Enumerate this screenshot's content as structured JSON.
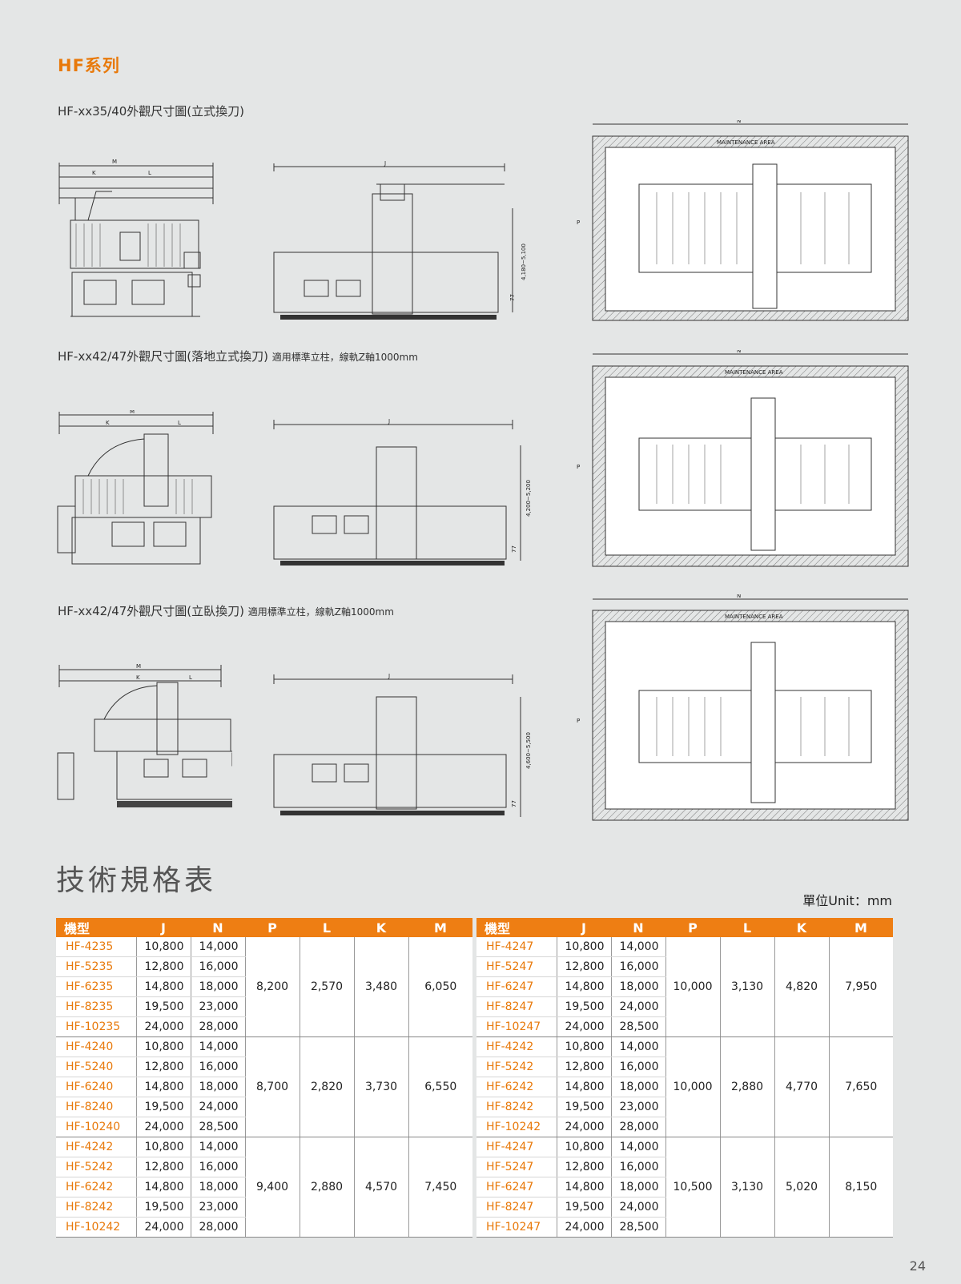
{
  "series_title": "HF系列",
  "sections": [
    {
      "title": "HF-xx35/40外觀尺寸圖(立式換刀)",
      "note": ""
    },
    {
      "title": "HF-xx42/47外觀尺寸圖(落地立式換刀)",
      "note": "適用標準立柱，線軌Z軸1000mm"
    },
    {
      "title": "HF-xx42/47外觀尺寸圖(立臥換刀)",
      "note": "適用標準立柱，線軌Z軸1000mm"
    }
  ],
  "drawing_labels": {
    "front": {
      "m": "M",
      "k": "K",
      "l": "L"
    },
    "side": {
      "j": "J",
      "h1": "4,180~5,100",
      "h2": "4,200~5,200",
      "h3": "4,600~5,500",
      "v77": "77"
    },
    "top": {
      "n": "N",
      "p": "P",
      "maint": "MAINTENANCE AREA"
    }
  },
  "spec_title": "技術規格表",
  "unit": "單位Unit：mm",
  "headers": [
    "機型",
    "J",
    "N",
    "P",
    "L",
    "K",
    "M"
  ],
  "left_groups": [
    {
      "rows": [
        [
          "HF-4235",
          "10,800",
          "14,000"
        ],
        [
          "HF-5235",
          "12,800",
          "16,000"
        ],
        [
          "HF-6235",
          "14,800",
          "18,000"
        ],
        [
          "HF-8235",
          "19,500",
          "23,000"
        ],
        [
          "HF-10235",
          "24,000",
          "28,000"
        ]
      ],
      "P": "8,200",
      "L": "2,570",
      "K": "3,480",
      "M": "6,050"
    },
    {
      "rows": [
        [
          "HF-4240",
          "10,800",
          "14,000"
        ],
        [
          "HF-5240",
          "12,800",
          "16,000"
        ],
        [
          "HF-6240",
          "14,800",
          "18,000"
        ],
        [
          "HF-8240",
          "19,500",
          "24,000"
        ],
        [
          "HF-10240",
          "24,000",
          "28,500"
        ]
      ],
      "P": "8,700",
      "L": "2,820",
      "K": "3,730",
      "M": "6,550"
    },
    {
      "rows": [
        [
          "HF-4242",
          "10,800",
          "14,000"
        ],
        [
          "HF-5242",
          "12,800",
          "16,000"
        ],
        [
          "HF-6242",
          "14,800",
          "18,000"
        ],
        [
          "HF-8242",
          "19,500",
          "23,000"
        ],
        [
          "HF-10242",
          "24,000",
          "28,000"
        ]
      ],
      "P": "9,400",
      "L": "2,880",
      "K": "4,570",
      "M": "7,450"
    }
  ],
  "right_groups": [
    {
      "rows": [
        [
          "HF-4247",
          "10,800",
          "14,000"
        ],
        [
          "HF-5247",
          "12,800",
          "16,000"
        ],
        [
          "HF-6247",
          "14,800",
          "18,000"
        ],
        [
          "HF-8247",
          "19,500",
          "24,000"
        ],
        [
          "HF-10247",
          "24,000",
          "28,500"
        ]
      ],
      "P": "10,000",
      "L": "3,130",
      "K": "4,820",
      "M": "7,950"
    },
    {
      "rows": [
        [
          "HF-4242",
          "10,800",
          "14,000"
        ],
        [
          "HF-5242",
          "12,800",
          "16,000"
        ],
        [
          "HF-6242",
          "14,800",
          "18,000"
        ],
        [
          "HF-8242",
          "19,500",
          "23,000"
        ],
        [
          "HF-10242",
          "24,000",
          "28,000"
        ]
      ],
      "P": "10,000",
      "L": "2,880",
      "K": "4,770",
      "M": "7,650"
    },
    {
      "rows": [
        [
          "HF-4247",
          "10,800",
          "14,000"
        ],
        [
          "HF-5247",
          "12,800",
          "16,000"
        ],
        [
          "HF-6247",
          "14,800",
          "18,000"
        ],
        [
          "HF-8247",
          "19,500",
          "24,000"
        ],
        [
          "HF-10247",
          "24,000",
          "28,500"
        ]
      ],
      "P": "10,500",
      "L": "3,130",
      "K": "5,020",
      "M": "8,150"
    }
  ],
  "page_number": "24"
}
